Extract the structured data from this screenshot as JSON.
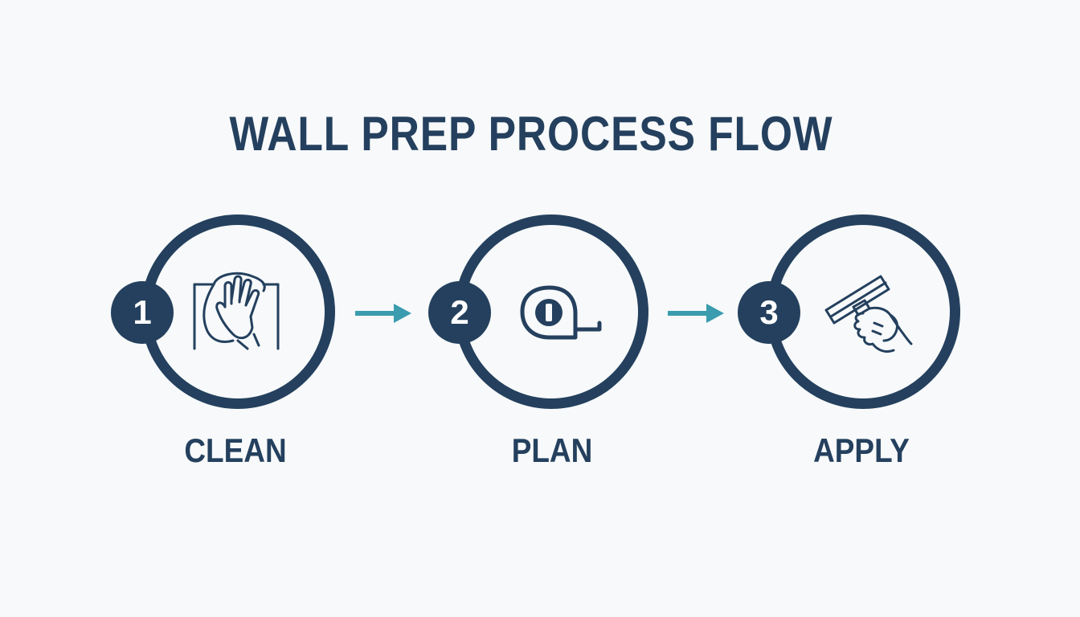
{
  "title": "WALL PREP PROCESS FLOW",
  "steps": [
    {
      "number": "1",
      "label": "CLEAN",
      "icon": "wipe-hand-icon"
    },
    {
      "number": "2",
      "label": "PLAN",
      "icon": "tape-measure-icon"
    },
    {
      "number": "3",
      "label": "APPLY",
      "icon": "squeegee-hand-icon"
    }
  ],
  "colors": {
    "primary": "#24405e",
    "arrow": "#3a9cae",
    "background": "#f7f9fa"
  }
}
